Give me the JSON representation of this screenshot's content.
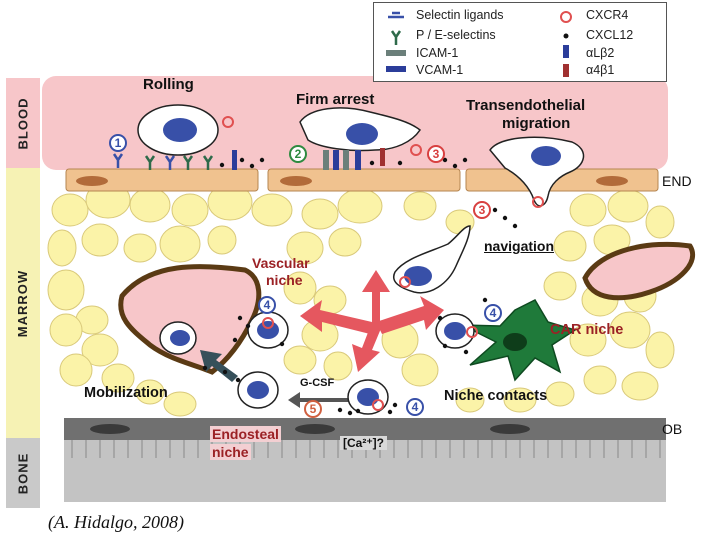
{
  "zones": {
    "blood": "BLOOD",
    "marrow": "MARROW",
    "bone": "BONE"
  },
  "legend": {
    "selectin_ligands": "Selectin ligands",
    "selectins": "P / E-selectins",
    "icam1": "ICAM-1",
    "vcam1": "VCAM-1",
    "cxcr4": "CXCR4",
    "cxcl12": "CXCL12",
    "al_b2": "αLβ2",
    "a4_b1": "α4β1"
  },
  "steps": {
    "rolling": "Rolling",
    "firm_arrest": "Firm arrest",
    "transendothelial_line1": "Transendothelial",
    "transendothelial_line2": "migration",
    "navigation": "navigation",
    "mobilization": "Mobilization",
    "niche_contacts": "Niche contacts",
    "gcsf": "G-CSF",
    "calcium": "[Ca²⁺]?"
  },
  "niches": {
    "vascular_line1": "Vascular",
    "vascular_line2": "niche",
    "car": "CAR niche",
    "endosteal_line1": "Endosteal",
    "endosteal_line2": "niche"
  },
  "layers": {
    "end": "END",
    "ob": "OB"
  },
  "step_numbers": {
    "n1": "1",
    "n2": "2",
    "n3a": "3",
    "n3b": "3",
    "n4a": "4",
    "n4b": "4",
    "n4c": "4",
    "n5": "5"
  },
  "credit": "(A. Hidalgo, 2008)",
  "colors": {
    "blood_bg": "#f7c6c9",
    "marrow_strip": "#f6f2b4",
    "adipocyte": "#fbf3a8",
    "endothelium": "#f0c28f",
    "bone": "#c3c3c3",
    "niche_red": "#9b2125",
    "arrow_red": "#e5575f",
    "car_green": "#1f7a3a",
    "nucleus_blue": "#3850a8",
    "vessel_brown": "#5a3a14"
  }
}
